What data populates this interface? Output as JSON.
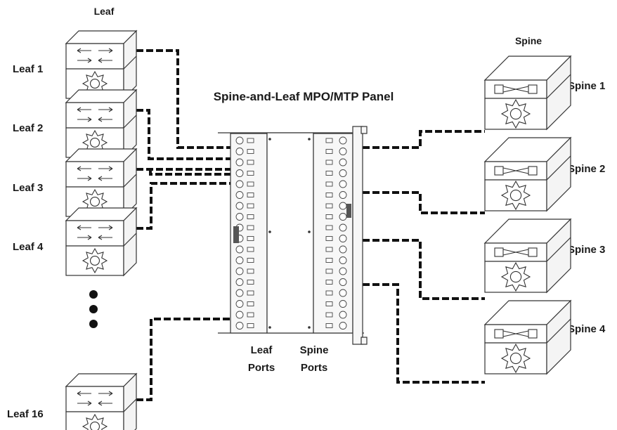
{
  "title": "Spine-and-Leaf MPO/MTP Panel",
  "leaf_header": "Leaf",
  "spine_header": "Spine",
  "leaves": [
    {
      "label": "Leaf 1"
    },
    {
      "label": "Leaf 2"
    },
    {
      "label": "Leaf 3"
    },
    {
      "label": "Leaf 4"
    },
    {
      "label": "Leaf 16"
    }
  ],
  "spines": [
    {
      "label": "Spine 1"
    },
    {
      "label": "Spine 2"
    },
    {
      "label": "Spine 3"
    },
    {
      "label": "Spine 4"
    }
  ],
  "panel": {
    "leaf_ports_label": [
      "Leaf",
      "Ports"
    ],
    "spine_ports_label": [
      "Spine",
      "Ports"
    ]
  },
  "ellipsis_dots": 3
}
